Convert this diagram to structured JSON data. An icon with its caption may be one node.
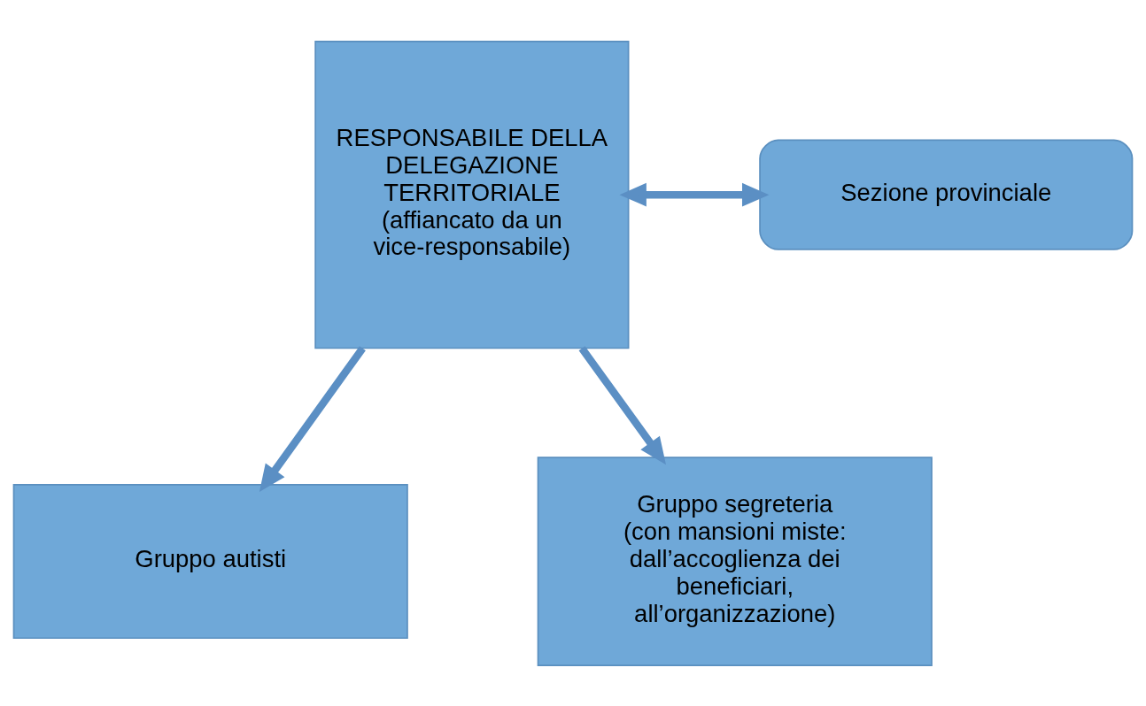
{
  "diagram": {
    "nodes": [
      {
        "text": [
          "Sezione provinciale"
        ]
      },
      {
        "text": [
          "RESPONSABILE DELLA DELEGAZIONE TERRITORIALE",
          "(affiancato da un vice-responsabile)"
        ]
      },
      {
        "text": [
          "Gruppo autisti"
        ]
      },
      {
        "text": [
          "Gruppo segreteria",
          "(con mansioni miste: dall’accoglienza dei beneficiari, all’organizzazione)"
        ]
      }
    ],
    "edges": [
      {
        "from": 1,
        "to": 0,
        "arrow": "both"
      },
      {
        "from": 1,
        "to": 2,
        "arrow": "to"
      },
      {
        "from": 1,
        "to": 3,
        "arrow": "to"
      }
    ]
  }
}
